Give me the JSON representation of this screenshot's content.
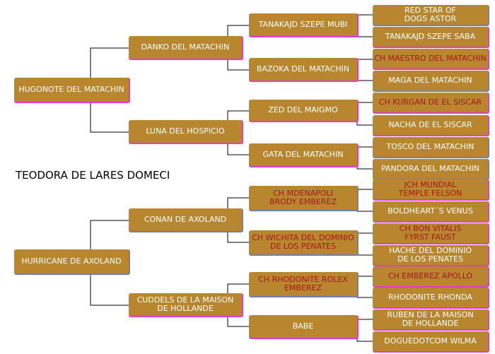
{
  "subject": "TEODORA DE LARES DOMECI",
  "colors": {
    "box": "#b8862f",
    "text": "#ffffff",
    "champion_text": "#a8171d",
    "male_edge": "#e23ad4",
    "female_edge": "#6f7fb0",
    "lines": "#000000"
  },
  "sire": {
    "name": "HUGONOTE DEL MATACHIN",
    "sire": {
      "name": "DANKO DEL MATACHIN",
      "sire": {
        "name": "TANAKAJD SZEPE MUBI",
        "sire": "RED STAR OF\nDOGS ASTOR",
        "dam": "TANAKAJD SZEPE SABA"
      },
      "dam": {
        "name": "BAZOKA DEL MATACHIN",
        "sire": "CH MAESTRO DEL MATACHIN",
        "dam": "MAGA DEL MATACHIN"
      }
    },
    "dam": {
      "name": "LUNA DEL HOSPICIO",
      "sire": {
        "name": "ZED DEL MAIGMO",
        "sire": "CH KURGAN DE EL SISCAR",
        "dam": "NACHA DE EL SISCAR"
      },
      "dam": {
        "name": "GATA DEL MATACHIN",
        "sire": "TOSCO DEL MATACHIN",
        "dam": "PANDORA DEL MATACHIN"
      }
    }
  },
  "dam": {
    "name": "HURRICANE DE AXOLAND",
    "sire": {
      "name": "CONAN DE AXOLAND",
      "sire": {
        "name": "CH MDENAPOLI\nBRODY EMBEREZ",
        "sire": "JCH MUNDIAL\nTEMPLE FELSON",
        "dam": "BOLDHEART´S VENUS"
      },
      "dam": {
        "name": "CH WICHITA DEL DOMINIO\nDE LOS PENATES",
        "sire": "CH BON VITALIS\nFYRST FAUST",
        "dam": "HACHE DEL DOMINIO\nDE LOS PENATES"
      }
    },
    "dam": {
      "name": "CUDDELS DE LA MAISON\nDE HOLLANDE",
      "sire": {
        "name": "CH RHODONITE ROLEX\nEMBEREZ",
        "sire": "CH EMBEREZ APOLLO",
        "dam": "RHODONITE RHONDA"
      },
      "dam": {
        "name": "BABE",
        "sire": "RUBEN DE LA MAISON\nDE HOLLANDE",
        "dam": "DOGUEDOTCOM WILMA"
      }
    }
  }
}
